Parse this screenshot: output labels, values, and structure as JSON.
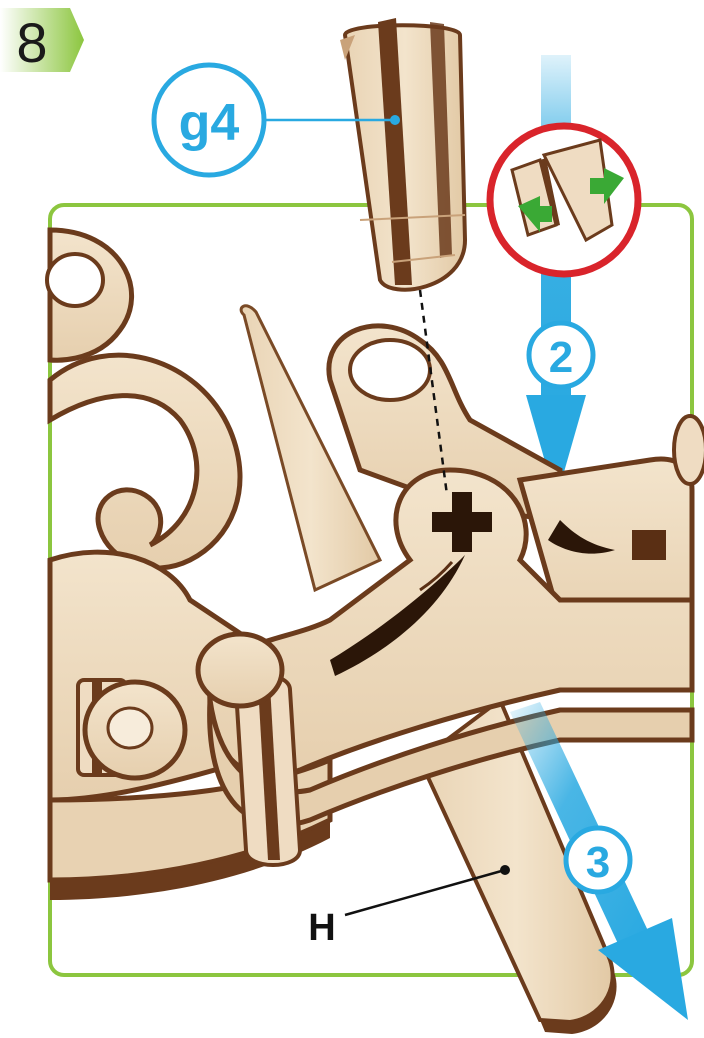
{
  "step": {
    "number": "8",
    "badge_color": "#8cc63f"
  },
  "parts": {
    "g4": {
      "label": "g4"
    },
    "h": {
      "label": "H"
    }
  },
  "arrows": {
    "insert": {
      "label": "2"
    },
    "slide": {
      "label": "3"
    }
  },
  "hint": {
    "icon": "press-fit-icon",
    "border_color": "#d9242b",
    "arrow_color": "#3aa935"
  },
  "colors": {
    "frame": "#8cc63f",
    "arrow": "#29a9e1",
    "wood_face": "#efdcc2",
    "wood_edge_dark": "#6b3b1c",
    "wood_edge_light": "#c9a27a"
  }
}
